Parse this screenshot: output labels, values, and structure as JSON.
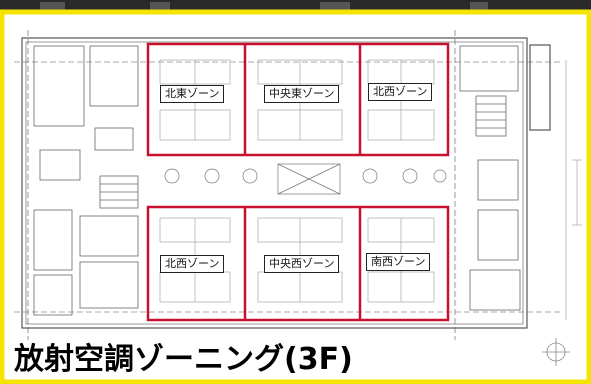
{
  "title": "放射空調ゾーニング(3F)",
  "zones": {
    "northeast": "北東ゾーン",
    "center_east": "中央東ゾーン",
    "northwest": "北西ゾーン",
    "northwest_lower": "北西ゾーン",
    "center_west": "中央西ゾーン",
    "southwest": "南西ゾーン"
  },
  "colors": {
    "frame_yellow": "#f5e400",
    "zone_red": "#c8102e",
    "plan_line": "#666666",
    "top_band": "#222222"
  }
}
